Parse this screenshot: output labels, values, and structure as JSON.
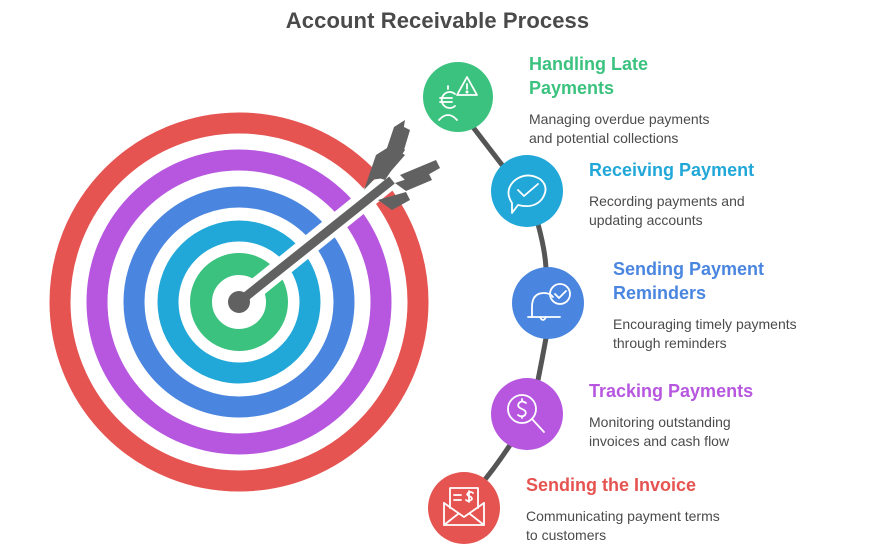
{
  "title": "Account Receivable Process",
  "colors": {
    "title": "#4a4a4a",
    "arrow": "#616161",
    "connector": "#555555",
    "ring_red": "#e55451",
    "ring_purple": "#b757e0",
    "ring_blue": "#4a86e0",
    "ring_cyan": "#22a8d8",
    "ring_green": "#3cc27f"
  },
  "steps": [
    {
      "id": "handling-late-payments",
      "title_line1": "Handling Late",
      "title_line2": "Payments",
      "desc_line1": "Managing overdue payments",
      "desc_line2": "and potential collections",
      "icon": "euro-person-warning-icon",
      "color": "#3cc27f"
    },
    {
      "id": "receiving-payment",
      "title_line1": "Receiving Payment",
      "title_line2": "",
      "desc_line1": "Recording payments and",
      "desc_line2": "updating accounts",
      "icon": "chat-check-icon",
      "color": "#22a8d8"
    },
    {
      "id": "sending-payment-reminders",
      "title_line1": "Sending Payment",
      "title_line2": "Reminders",
      "desc_line1": "Encouraging timely payments",
      "desc_line2": "through reminders",
      "icon": "bell-check-icon",
      "color": "#4a86e0"
    },
    {
      "id": "tracking-payments",
      "title_line1": "Tracking Payments",
      "title_line2": "",
      "desc_line1": "Monitoring outstanding",
      "desc_line2": "invoices and cash flow",
      "icon": "dollar-magnifier-icon",
      "color": "#b757e0"
    },
    {
      "id": "sending-the-invoice",
      "title_line1": "Sending the Invoice",
      "title_line2": "",
      "desc_line1": "Communicating payment terms",
      "desc_line2": "to customers",
      "icon": "invoice-envelope-icon",
      "color": "#e55451"
    }
  ]
}
